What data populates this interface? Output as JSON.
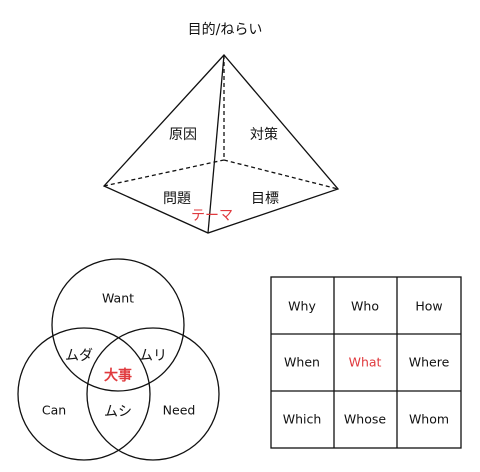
{
  "pyramid": {
    "title": "目的/ねらい",
    "faces": {
      "upper_left": "原因",
      "upper_right": "対策",
      "lower_left": "問題",
      "lower_right": "目標"
    },
    "base_label": "テーマ"
  },
  "venn": {
    "circles": {
      "top": "Want",
      "left": "Can",
      "right": "Need"
    },
    "overlaps": {
      "top_left": "ムダ",
      "top_right": "ムリ",
      "bottom": "ムシ",
      "center": "大事"
    }
  },
  "grid": {
    "cells": [
      [
        "Why",
        "Who",
        "How"
      ],
      [
        "When",
        "What",
        "Where"
      ],
      [
        "Which",
        "Whose",
        "Whom"
      ]
    ]
  },
  "colors": {
    "accent": "#e03a3e",
    "line": "#111111"
  }
}
